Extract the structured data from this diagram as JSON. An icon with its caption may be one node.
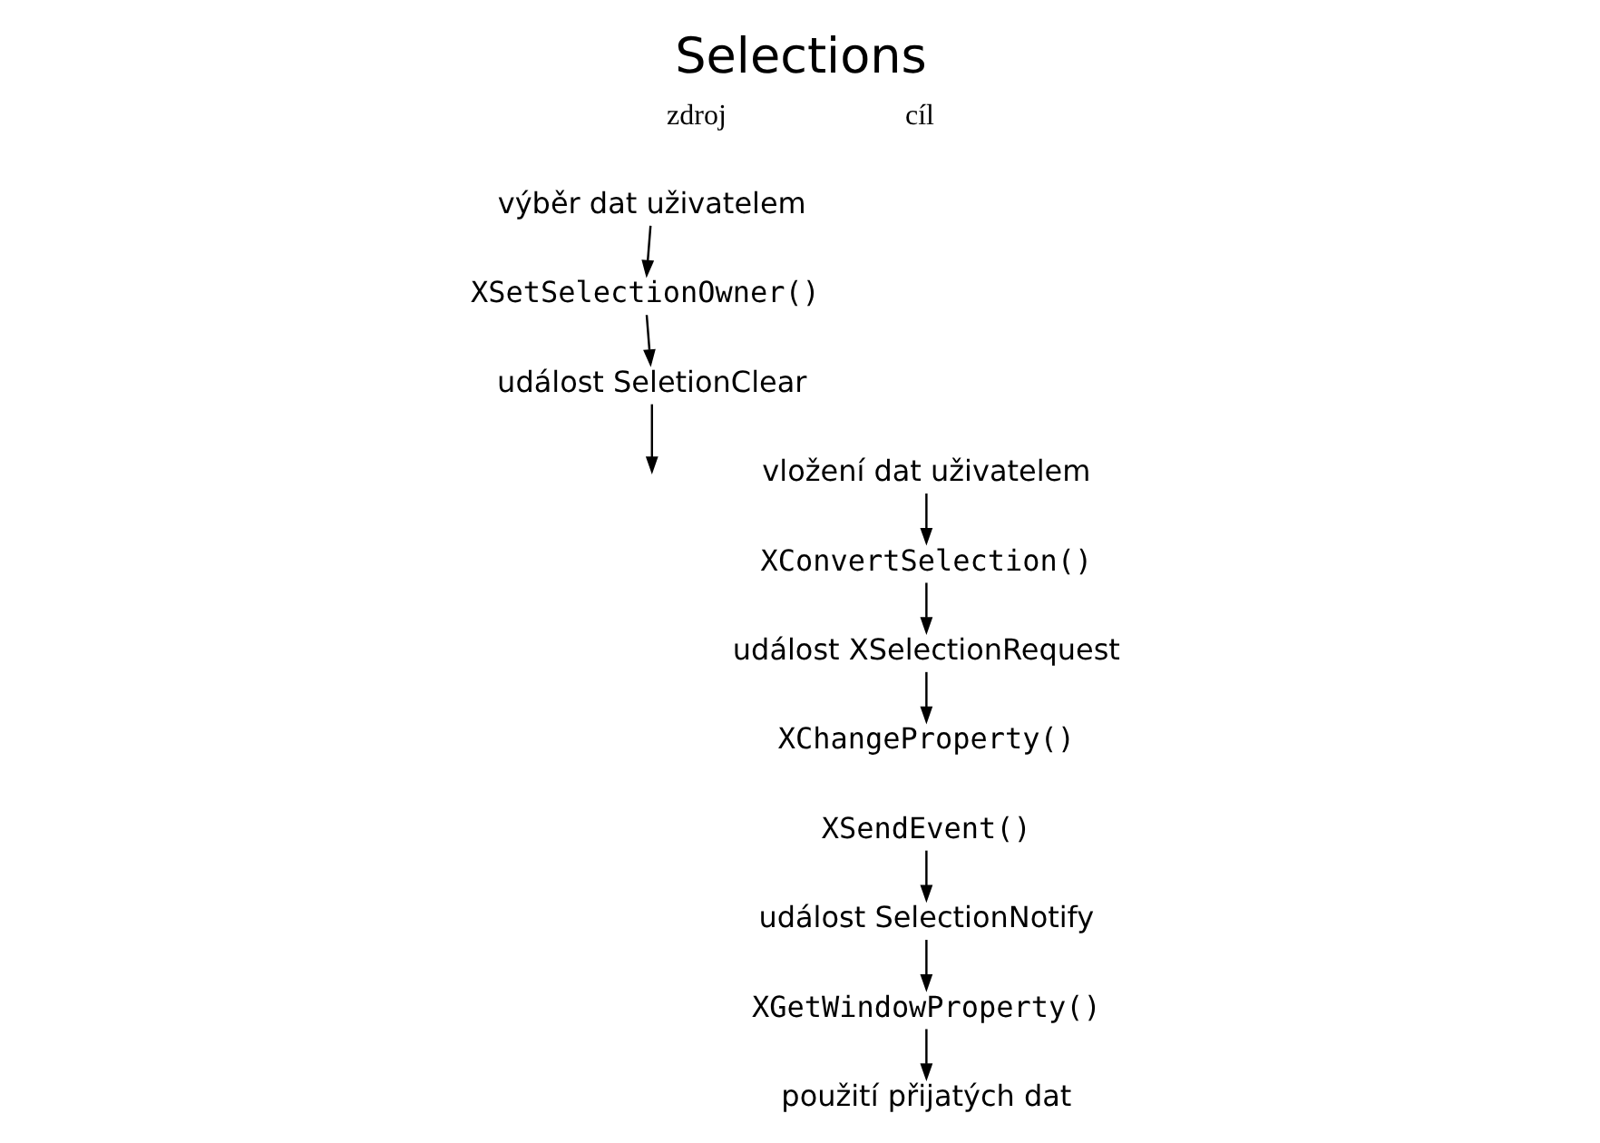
{
  "diagram": {
    "title": "Selections",
    "nodes": [
      {
        "text": [
          "výběr dat uživatelem"
        ]
      },
      {
        "text": [
          "XSetSelectionOwner()"
        ]
      },
      {
        "text": [
          "událost SeletionClear"
        ]
      },
      {
        "text": [
          "vložení dat uživatelem"
        ]
      },
      {
        "text": [
          "XConvertSelection()"
        ]
      },
      {
        "text": [
          "událost XSelectionRequest"
        ]
      },
      {
        "text": [
          "XChangeProperty()"
        ]
      },
      {
        "text": [
          "XSendEvent()"
        ]
      },
      {
        "text": [
          "událost SelectionNotify"
        ]
      },
      {
        "text": [
          "XGetWindowProperty()"
        ]
      },
      {
        "text": [
          "použití přijatých dat"
        ]
      }
    ],
    "edges": [
      {
        "from": 0,
        "to": 1,
        "arrow": "to"
      },
      {
        "from": 1,
        "to": 2,
        "arrow": "to"
      },
      {
        "from": 2,
        "to": null,
        "arrow": "to"
      },
      {
        "from": 3,
        "to": 4,
        "arrow": "to"
      },
      {
        "from": 4,
        "to": 5,
        "arrow": "to"
      },
      {
        "from": 5,
        "to": 6,
        "arrow": "to"
      },
      {
        "from": 7,
        "to": 8,
        "arrow": "to"
      },
      {
        "from": 8,
        "to": 9,
        "arrow": "to"
      },
      {
        "from": 9,
        "to": 10,
        "arrow": "to"
      }
    ],
    "labels": [
      "zdroj",
      "cíl"
    ]
  }
}
